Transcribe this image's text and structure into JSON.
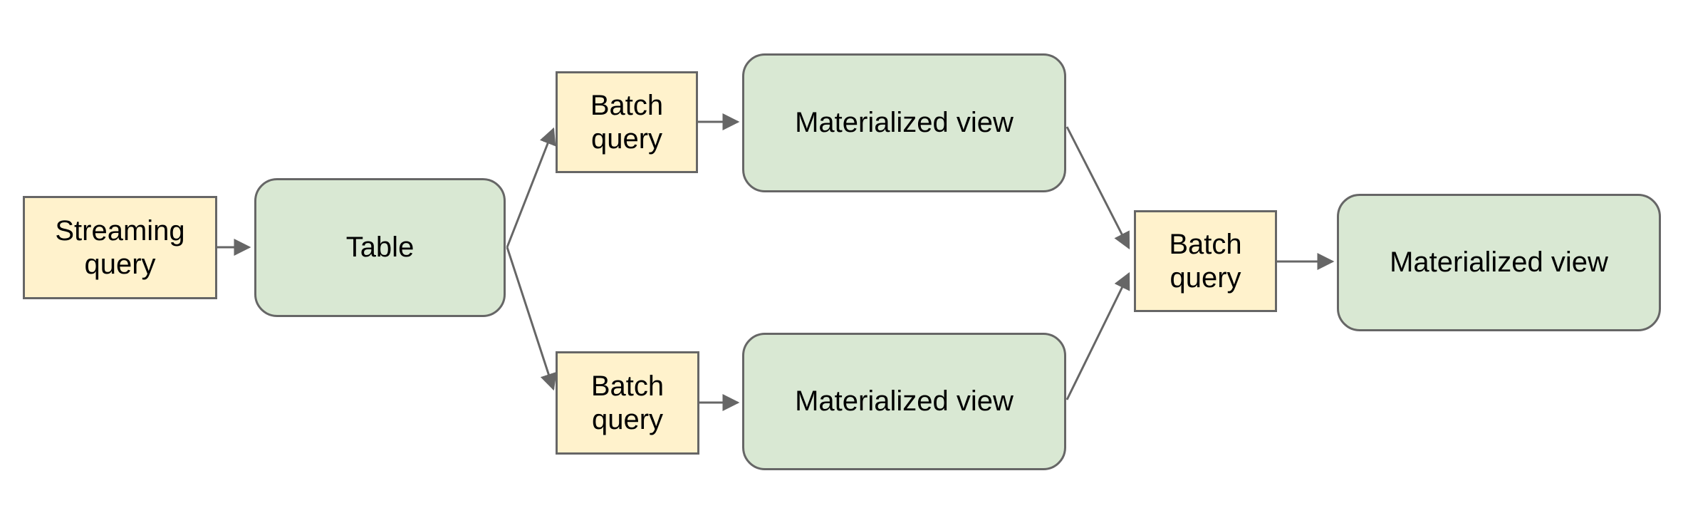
{
  "diagram": {
    "nodes": [
      {
        "id": "streaming-query",
        "label": "Streaming query",
        "kind": "query"
      },
      {
        "id": "table",
        "label": "Table",
        "kind": "dataset"
      },
      {
        "id": "batch-query-top",
        "label": "Batch query",
        "kind": "query"
      },
      {
        "id": "materialized-view-top",
        "label": "Materialized view",
        "kind": "dataset"
      },
      {
        "id": "batch-query-bottom",
        "label": "Batch query",
        "kind": "query"
      },
      {
        "id": "materialized-view-bottom",
        "label": "Materialized view",
        "kind": "dataset"
      },
      {
        "id": "batch-query-right",
        "label": "Batch query",
        "kind": "query"
      },
      {
        "id": "materialized-view-right",
        "label": "Materialized view",
        "kind": "dataset"
      }
    ],
    "edges": [
      {
        "from": "streaming-query",
        "to": "table"
      },
      {
        "from": "table",
        "to": "batch-query-top"
      },
      {
        "from": "table",
        "to": "batch-query-bottom"
      },
      {
        "from": "batch-query-top",
        "to": "materialized-view-top"
      },
      {
        "from": "batch-query-bottom",
        "to": "materialized-view-bottom"
      },
      {
        "from": "materialized-view-top",
        "to": "batch-query-right"
      },
      {
        "from": "materialized-view-bottom",
        "to": "batch-query-right"
      },
      {
        "from": "batch-query-right",
        "to": "materialized-view-right"
      }
    ],
    "colors": {
      "query_fill": "#fff2cc",
      "dataset_fill": "#d9e8d3",
      "border": "#666666",
      "arrow": "#666666",
      "text": "#000000",
      "background": "#ffffff"
    }
  }
}
